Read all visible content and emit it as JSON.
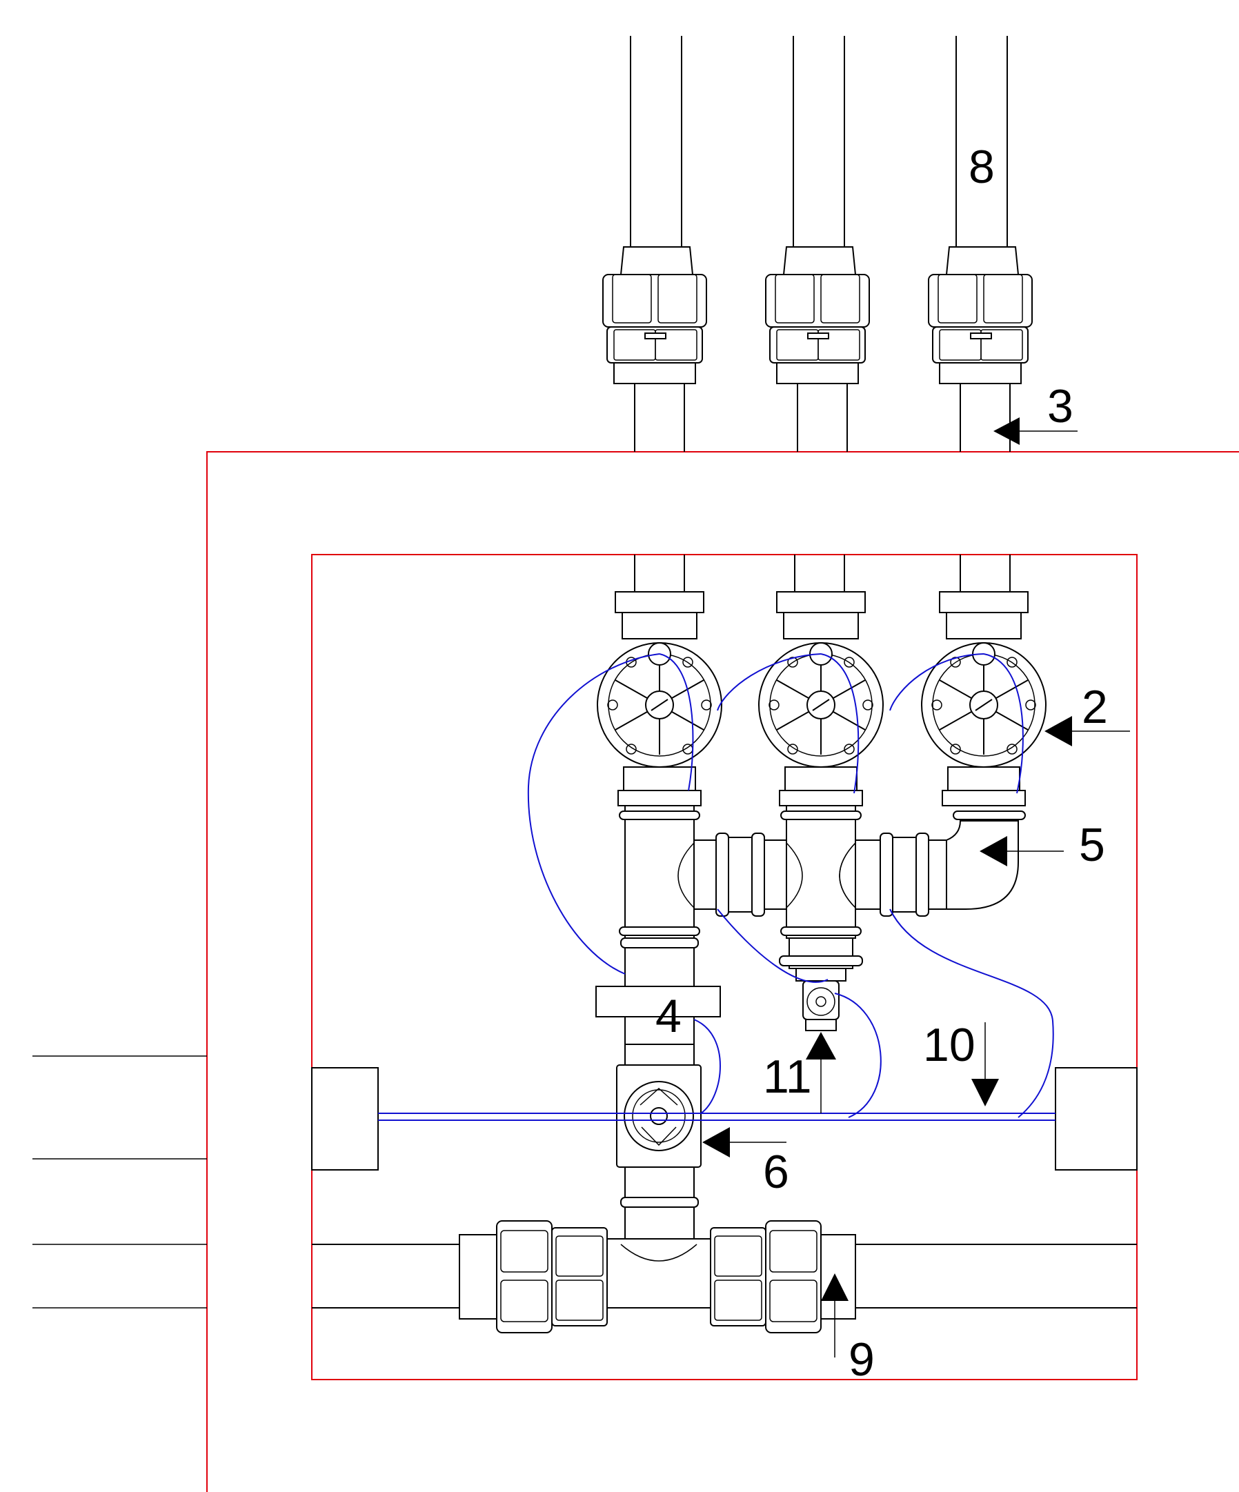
{
  "diagram": {
    "callouts": [
      {
        "id": "callout-8",
        "text": "8"
      },
      {
        "id": "callout-3",
        "text": "3"
      },
      {
        "id": "callout-2",
        "text": "2"
      },
      {
        "id": "callout-5",
        "text": "5"
      },
      {
        "id": "callout-4",
        "text": "4"
      },
      {
        "id": "callout-10",
        "text": "10"
      },
      {
        "id": "callout-11",
        "text": "11"
      },
      {
        "id": "callout-6",
        "text": "6"
      },
      {
        "id": "callout-9",
        "text": "9"
      }
    ],
    "colors": {
      "outline": "#000000",
      "boundary": "#e0000b",
      "control_wire": "#1010d0",
      "background": "#ffffff"
    }
  }
}
